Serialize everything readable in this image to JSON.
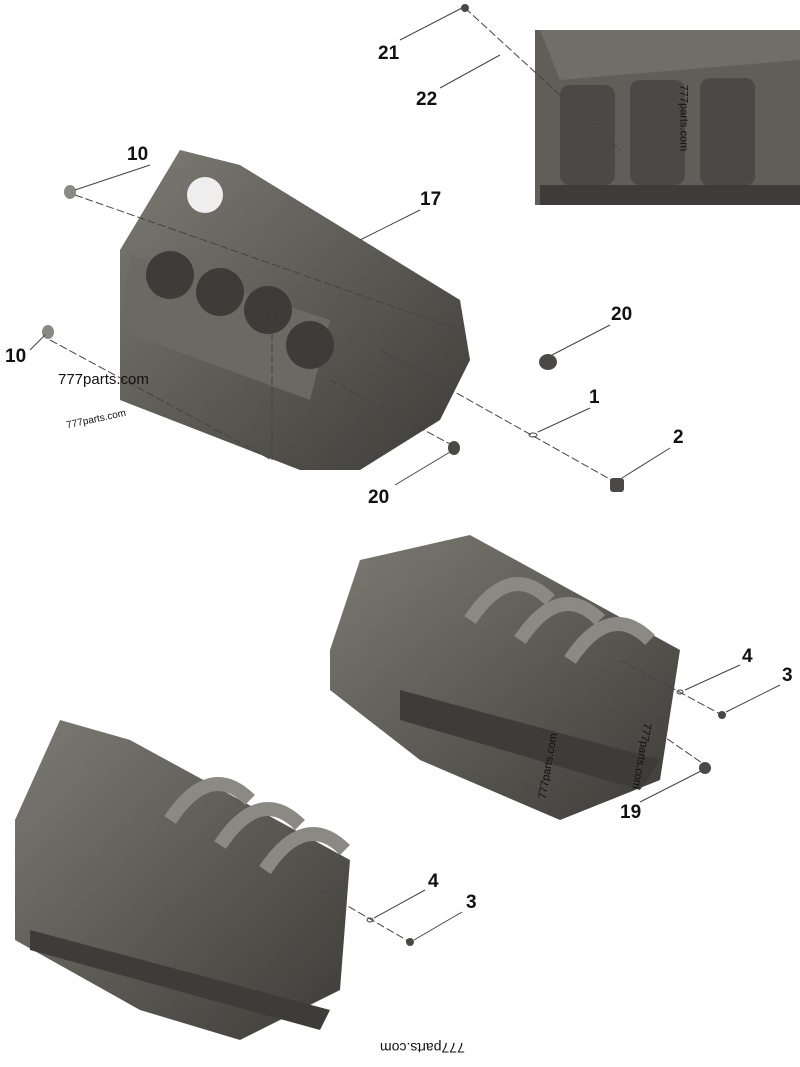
{
  "callouts": [
    {
      "id": "c21",
      "label": "21"
    },
    {
      "id": "c22",
      "label": "22"
    },
    {
      "id": "c10a",
      "label": "10"
    },
    {
      "id": "c17",
      "label": "17"
    },
    {
      "id": "c20a",
      "label": "20"
    },
    {
      "id": "c10b",
      "label": "10"
    },
    {
      "id": "c1",
      "label": "1"
    },
    {
      "id": "c2",
      "label": "2"
    },
    {
      "id": "c20b",
      "label": "20"
    },
    {
      "id": "c4a",
      "label": "4"
    },
    {
      "id": "c3a",
      "label": "3"
    },
    {
      "id": "c19",
      "label": "19"
    },
    {
      "id": "c4b",
      "label": "4"
    },
    {
      "id": "c3b",
      "label": "3"
    }
  ],
  "watermarks": [
    "777parts.com",
    "777parts.com",
    "777parts.com",
    "777parts.com",
    "777parts.com",
    "777parts.com"
  ],
  "colors": {
    "part": "#5a5953",
    "part_dark": "#3d3c38",
    "part_light": "#7b7a73",
    "leader": "#444444"
  }
}
